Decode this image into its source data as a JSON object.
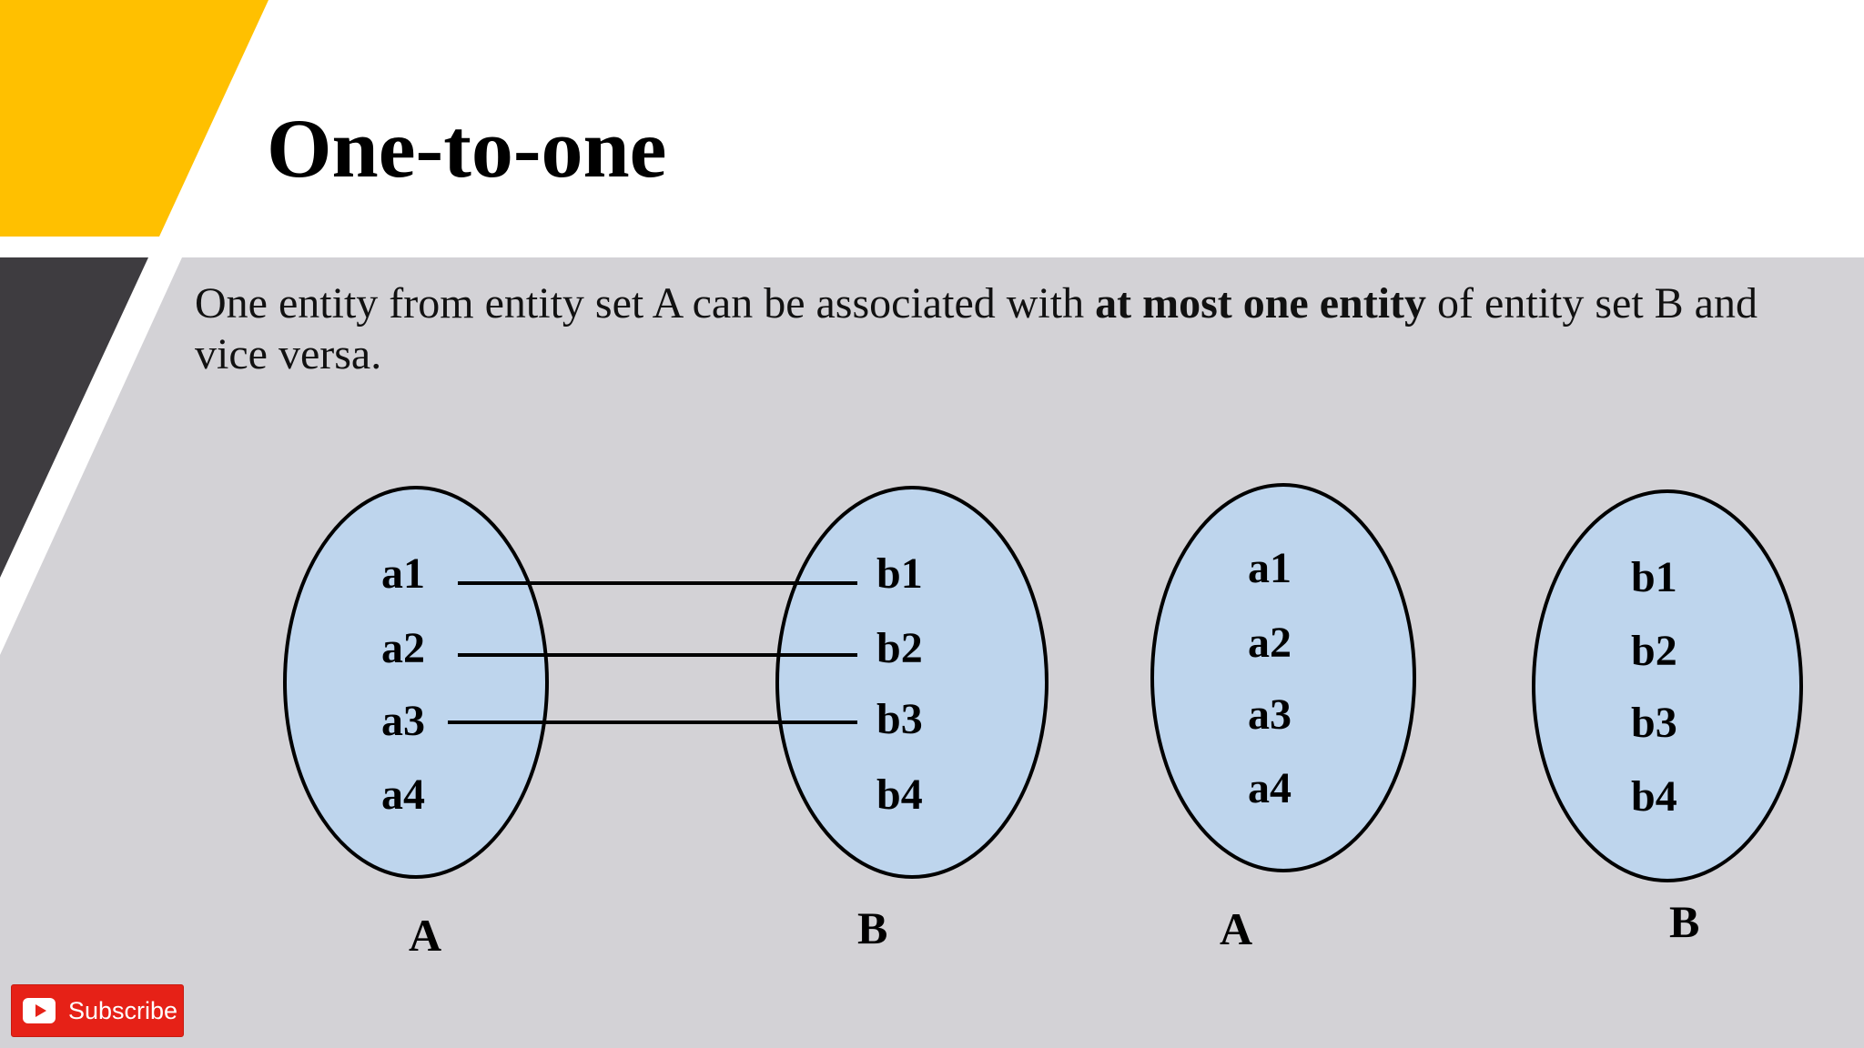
{
  "slide": {
    "title": "One-to-one",
    "description": {
      "before": "One entity from entity set A can be associated with ",
      "bold": "at most one entity",
      "after": " of entity set B and vice versa."
    }
  },
  "diagram_left": {
    "set_a": {
      "label": "A",
      "items": [
        "a1",
        "a2",
        "a3",
        "a4"
      ]
    },
    "set_b": {
      "label": "B",
      "items": [
        "b1",
        "b2",
        "b3",
        "b4"
      ]
    },
    "links": [
      [
        "a1",
        "b1"
      ],
      [
        "a2",
        "b2"
      ],
      [
        "a3",
        "b3"
      ]
    ]
  },
  "diagram_right": {
    "set_a": {
      "label": "A",
      "items": [
        "a1",
        "a2",
        "a3",
        "a4"
      ]
    },
    "set_b": {
      "label": "B",
      "items": [
        "b1",
        "b2",
        "b3",
        "b4"
      ]
    }
  },
  "subscribe_button": {
    "label": "Subscribe",
    "icon": "youtube-play-icon"
  },
  "colors": {
    "accent_yellow": "#ffc000",
    "accent_dark": "#3e3c40",
    "content_background": "#d3d2d6",
    "ellipse_fill": "#bed5ed",
    "subscribe_red": "#e62117"
  }
}
